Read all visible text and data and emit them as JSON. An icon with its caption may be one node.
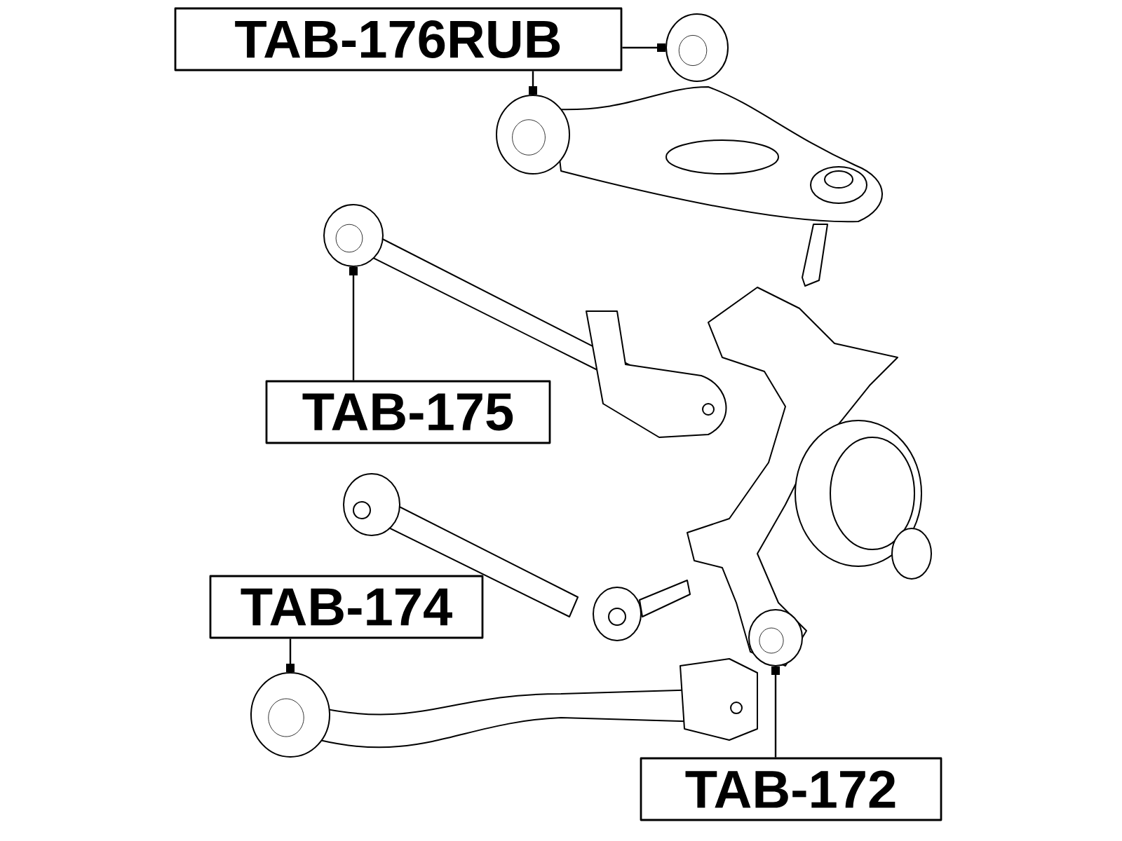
{
  "diagram": {
    "nodes": [
      {
        "text": [
          "TAB-176RUB"
        ]
      },
      {
        "text": [
          "TAB-175"
        ]
      },
      {
        "text": [
          "TAB-174"
        ]
      },
      {
        "text": [
          "TAB-172"
        ]
      },
      {
        "text": [],
        "shape": "picture"
      },
      {
        "text": [],
        "shape": "picture"
      },
      {
        "text": [],
        "shape": "picture"
      },
      {
        "text": [],
        "shape": "picture"
      },
      {
        "text": [],
        "shape": "picture"
      }
    ],
    "edges": [
      {
        "from": 0,
        "to": 4,
        "arrow": "other"
      },
      {
        "from": 0,
        "to": 5,
        "arrow": "other"
      },
      {
        "from": 1,
        "to": 6,
        "arrow": "other"
      },
      {
        "from": 2,
        "to": 7,
        "arrow": "other"
      },
      {
        "from": 3,
        "to": 8,
        "arrow": "other"
      }
    ]
  }
}
